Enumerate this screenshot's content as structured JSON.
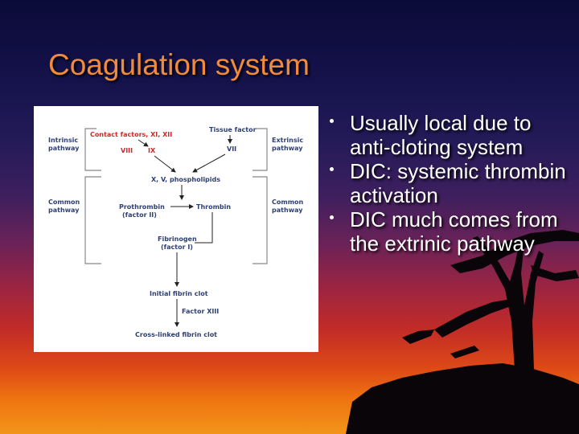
{
  "slide": {
    "title": "Coagulation system",
    "bullets": [
      "Usually local due to anti-cloting system",
      "DIC: systemic thrombin activation",
      "DIC much comes from the extrinic pathway"
    ]
  },
  "diagram": {
    "intrinsic": "Intrinsic pathway",
    "extrinsic": "Extrinsic pathway",
    "common_left": "Common pathway",
    "common_right": "Common pathway",
    "contact_factors": "Contact factors, XI, XII",
    "tissue_factor": "Tissue factor",
    "viii": "VIII",
    "ix": "IX",
    "vii": "VII",
    "xv": "X, V, phospholipids",
    "prothrombin": "Prothrombin",
    "factor_ii": "(factor II)",
    "thrombin": "Thrombin",
    "fibrinogen": "Fibrinogen",
    "factor_i": "(factor I)",
    "initial_clot": "Initial fibrin clot",
    "factor_xiii": "Factor XIII",
    "crosslinked": "Cross-linked fibrin clot"
  },
  "colors": {
    "title": "#f08a3c",
    "diagram_text": "#2d3f73",
    "diagram_red": "#cc2a2a"
  }
}
